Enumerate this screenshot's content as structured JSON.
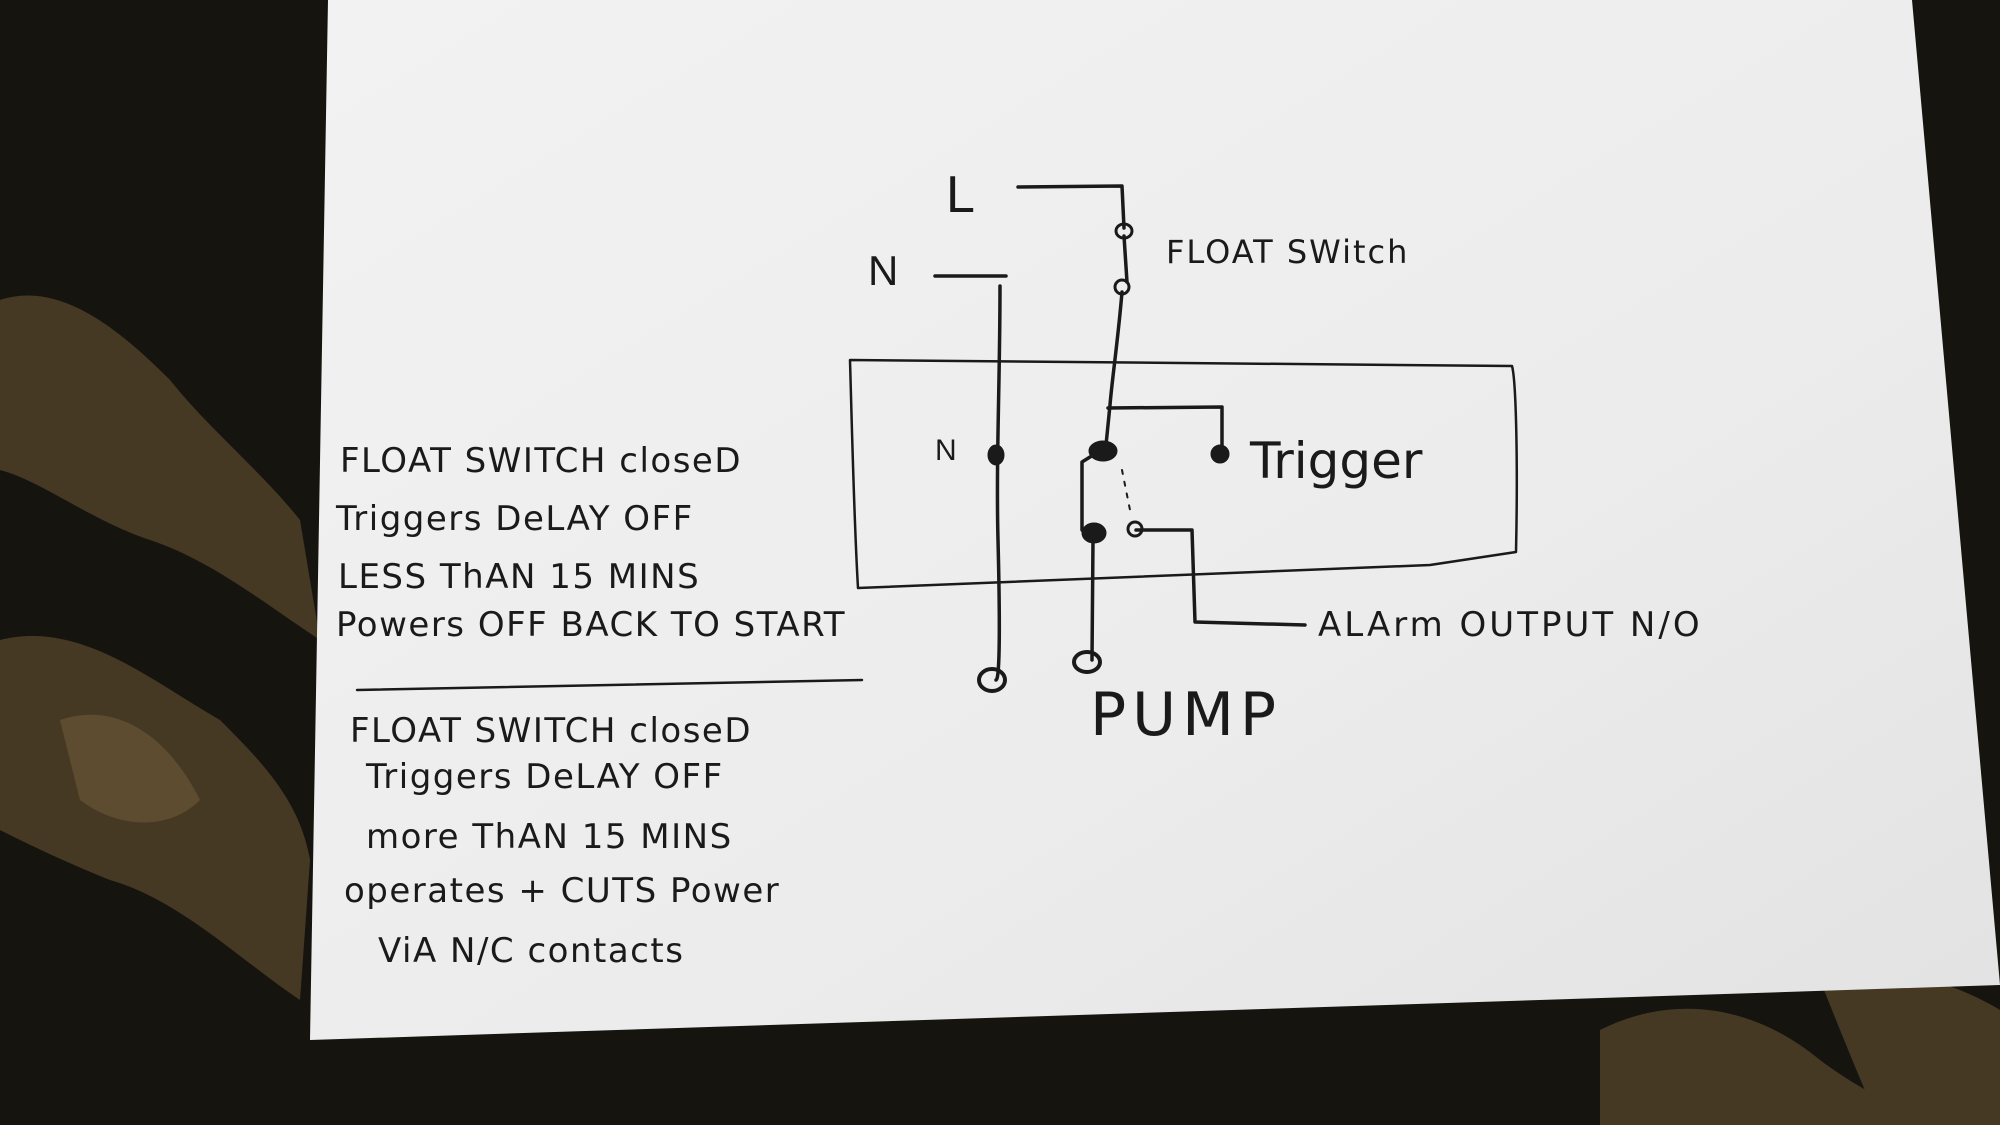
{
  "terminals": {
    "live": "L",
    "neutral": "N",
    "neutral_inner": "N"
  },
  "labels": {
    "float_switch": "FLOAT SWitch",
    "trigger": "Trigger",
    "alarm_output": "ALArm OUTPUT N/O",
    "pump": "PUMP"
  },
  "notes": {
    "case_1": [
      "FLOAT SWITCH closeD",
      "Triggers DeLAY OFF",
      "LESS ThAN 15 MINS",
      "Powers OFF BACK TO START"
    ],
    "case_2": [
      "FLOAT SWITCH closeD",
      "Triggers DeLAY OFF",
      "more ThAN 15 MINS",
      "operates + CUTS Power",
      "ViA N/C contacts"
    ]
  },
  "colors": {
    "paper": "#eeeeee",
    "ink": "#1a1a1a",
    "carpet_dark": "#15140f",
    "carpet_pattern": "#5a4a30"
  }
}
